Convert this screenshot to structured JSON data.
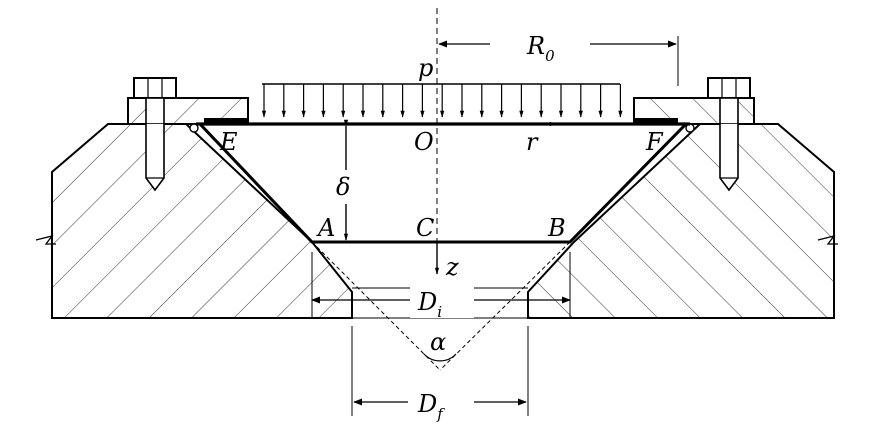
{
  "labels": {
    "pressure": "p",
    "radius": "R",
    "radius_sub": "0",
    "point_e": "E",
    "point_o": "O",
    "point_r": "r",
    "point_f": "F",
    "deflection": "δ",
    "point_a": "A",
    "point_c": "C",
    "point_b": "B",
    "axis_z": "z",
    "diameter_i": "D",
    "diameter_i_sub": "i",
    "angle": "α",
    "diameter_f": "D",
    "diameter_f_sub": "f"
  },
  "colors": {
    "stroke": "#000000",
    "fill": "#ffffff"
  },
  "icons": {
    "bolt": "bolt-icon",
    "seal": "o-ring-icon"
  }
}
